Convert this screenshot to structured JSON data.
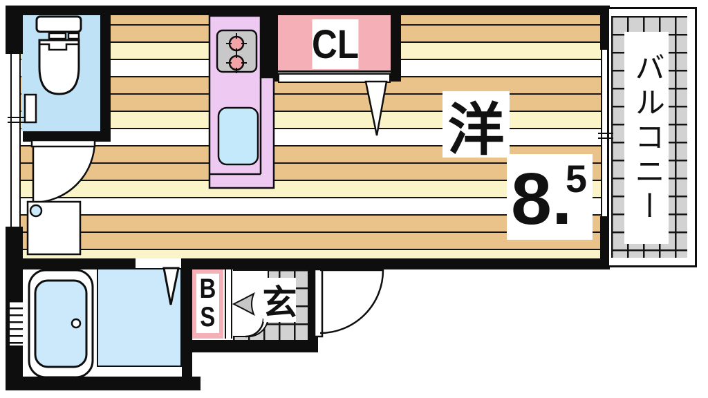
{
  "floorplan": {
    "labels": {
      "closet": "CL",
      "room_type": "洋",
      "room_size_whole": "8",
      "room_size_dot": ".",
      "room_size_fraction": "5",
      "balcony": "バルコニー",
      "storage_line1": "B",
      "storage_line2": "S",
      "entrance": "玄"
    },
    "colors": {
      "wall_black": "#0e0e0e",
      "floor_tan": "#e9c389",
      "floor_cream": "#fbf4c8",
      "floor_white": "#ffffff",
      "toilet_blue": "#bfe2f6",
      "bath_blue": "#cbe9fb",
      "sink_blue": "#c3e9fa",
      "kitchen_purple": "#eec9f2",
      "label_pink": "#f4b0b6",
      "tile_gray": "#d2d2d2",
      "stove_gray": "#c8c8c8",
      "burner_pink": "#f2a3a8"
    }
  }
}
